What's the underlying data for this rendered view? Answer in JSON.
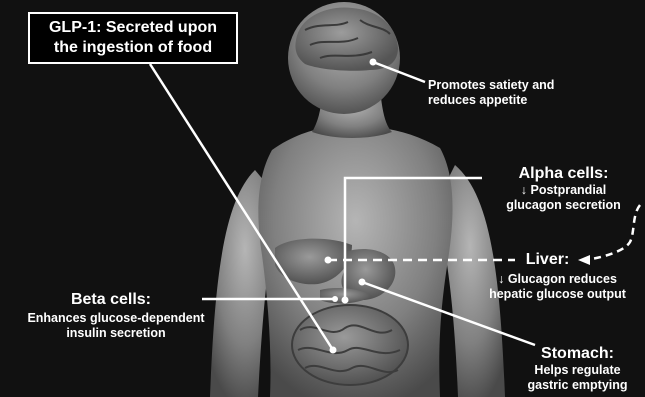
{
  "title_box": {
    "line1": "GLP-1: Secreted upon",
    "line2": "the ingestion of food"
  },
  "brain": {
    "line1": "Promotes satiety and",
    "line2": "reduces appetite"
  },
  "alpha": {
    "heading": "Alpha cells:",
    "line1": "↓ Postprandial",
    "line2": "glucagon secretion"
  },
  "liver": {
    "heading": "Liver:",
    "line1": "↓ Glucagon reduces",
    "line2": "hepatic glucose output"
  },
  "beta": {
    "heading": "Beta cells:",
    "line1": "Enhances glucose-dependent",
    "line2": "insulin secretion"
  },
  "stomach": {
    "heading": "Stomach:",
    "line1": "Helps regulate",
    "line2": "gastric emptying"
  },
  "colors": {
    "background": "#111111",
    "body": "#8a8a8a",
    "text": "#ffffff"
  }
}
